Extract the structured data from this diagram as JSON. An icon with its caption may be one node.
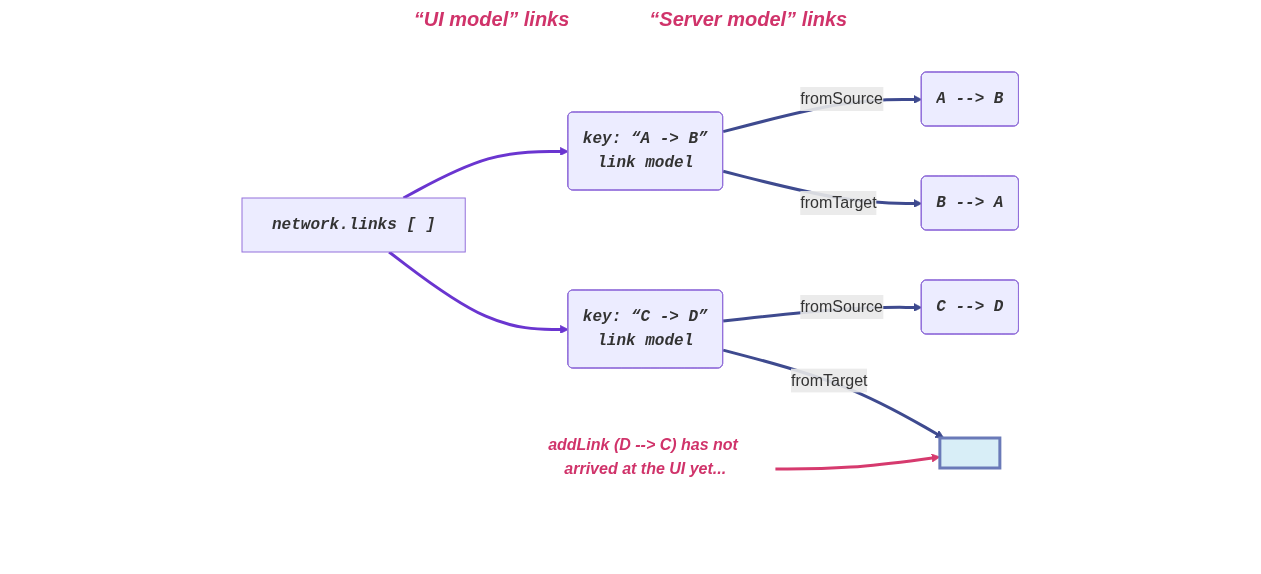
{
  "diagram": {
    "nodes": [
      {
        "text": [
          "network.links [ ]"
        ]
      },
      {
        "text": [
          "key: “A -> B”",
          "link model"
        ]
      },
      {
        "text": [
          "A --> B"
        ]
      },
      {
        "text": [
          "B --> A"
        ]
      },
      {
        "text": [
          "key: “C -> D”",
          "link model"
        ]
      },
      {
        "text": [
          "C --> D"
        ]
      },
      {
        "text": [],
        "shape": "box"
      },
      {
        "text": [
          "addLink (D --> C) has not arrived at the UI yet..."
        ]
      }
    ],
    "edges": [
      {
        "from": 0,
        "to": 1,
        "arrow": "to",
        "color": "#6a35d0"
      },
      {
        "from": 0,
        "to": 4,
        "arrow": "to",
        "color": "#6a35d0"
      },
      {
        "from": 1,
        "to": 2,
        "label": "fromSource",
        "arrow": "to"
      },
      {
        "from": 1,
        "to": 3,
        "label": "fromTarget",
        "arrow": "to"
      },
      {
        "from": 4,
        "to": 5,
        "label": "fromSource",
        "arrow": "to"
      },
      {
        "from": 4,
        "to": 6,
        "label": "fromTarget",
        "arrow": "to"
      },
      {
        "from": 7,
        "to": 6,
        "arrow": "to",
        "color": "#d63a6e"
      }
    ],
    "labels": [
      "“UI model” links",
      "“Server model” links"
    ]
  }
}
